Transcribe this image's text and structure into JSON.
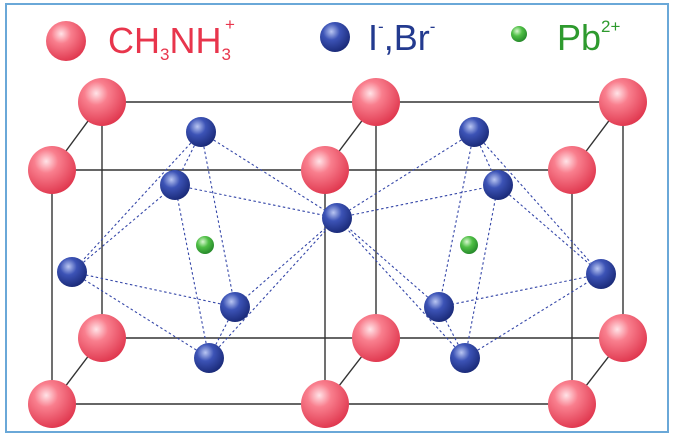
{
  "legend": {
    "cation": {
      "main": "CH",
      "sub1": "3",
      "mid": "NH",
      "sub2": "3",
      "sup": "+"
    },
    "halide": {
      "a": "I",
      "a_sup": "-",
      "sep": ",Br",
      "b_sup": "-"
    },
    "lead": {
      "main": "Pb",
      "sup": "2+"
    }
  },
  "colors": {
    "cation": "#f25a6e",
    "halide": "#2b3f96",
    "lead": "#3fa93a",
    "cation_text": "#e8354c",
    "halide_text": "#233a8f",
    "lead_text": "#2e9a2e",
    "frame": "#6aa8d8",
    "edge": "#333333",
    "bond": "#3547a8"
  }
}
